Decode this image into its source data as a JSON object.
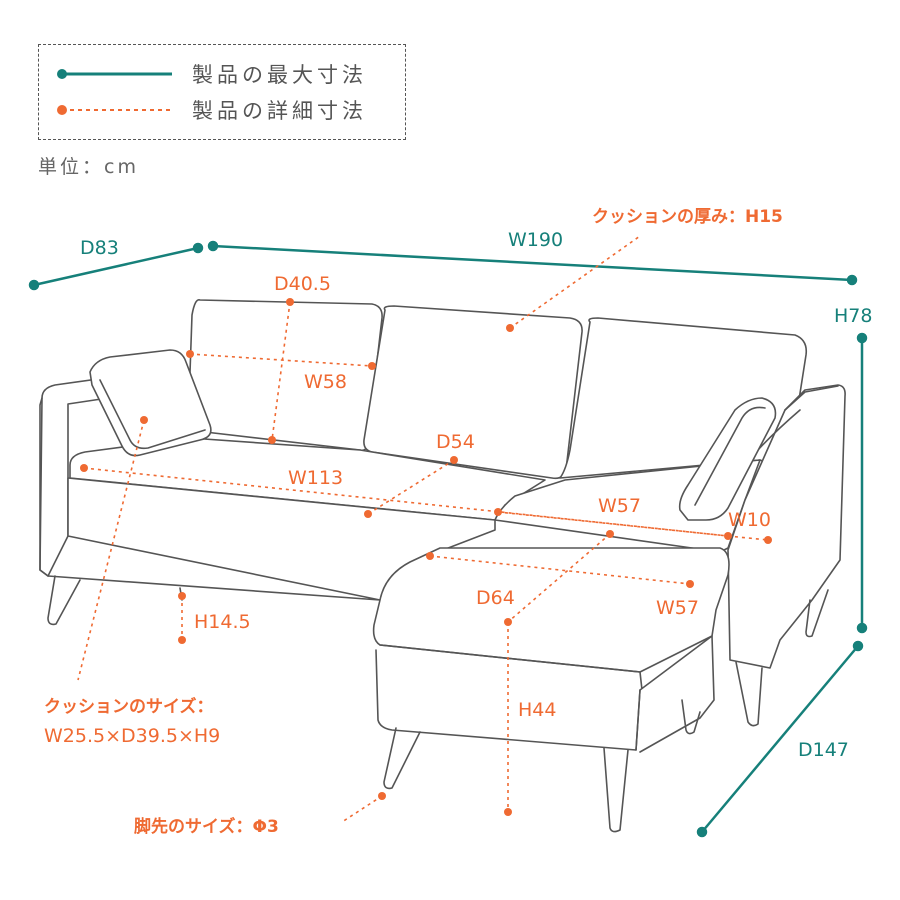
{
  "legend": {
    "max_label": "製品の最大寸法",
    "detail_label": "製品の詳細寸法"
  },
  "unit": "単位：cm",
  "colors": {
    "teal": "#16807a",
    "orange": "#ef6a32",
    "outline": "#555555"
  },
  "dims": {
    "d83": "D83",
    "w190": "W190",
    "h78": "H78",
    "d147": "D147",
    "d40_5": "D40.5",
    "w58": "W58",
    "cushion_thickness": "クッションの厚み：H15",
    "d54": "D54",
    "w113": "W113",
    "w57_top": "W57",
    "w10": "W10",
    "d64": "D64",
    "w57_bottom": "W57",
    "h14_5": "H14.5",
    "h44": "H44",
    "cushion_size_line1": "クッションのサイズ：",
    "cushion_size_line2": "W25.5×D39.5×H9",
    "leg_size": "脚先のサイズ：Φ3"
  }
}
